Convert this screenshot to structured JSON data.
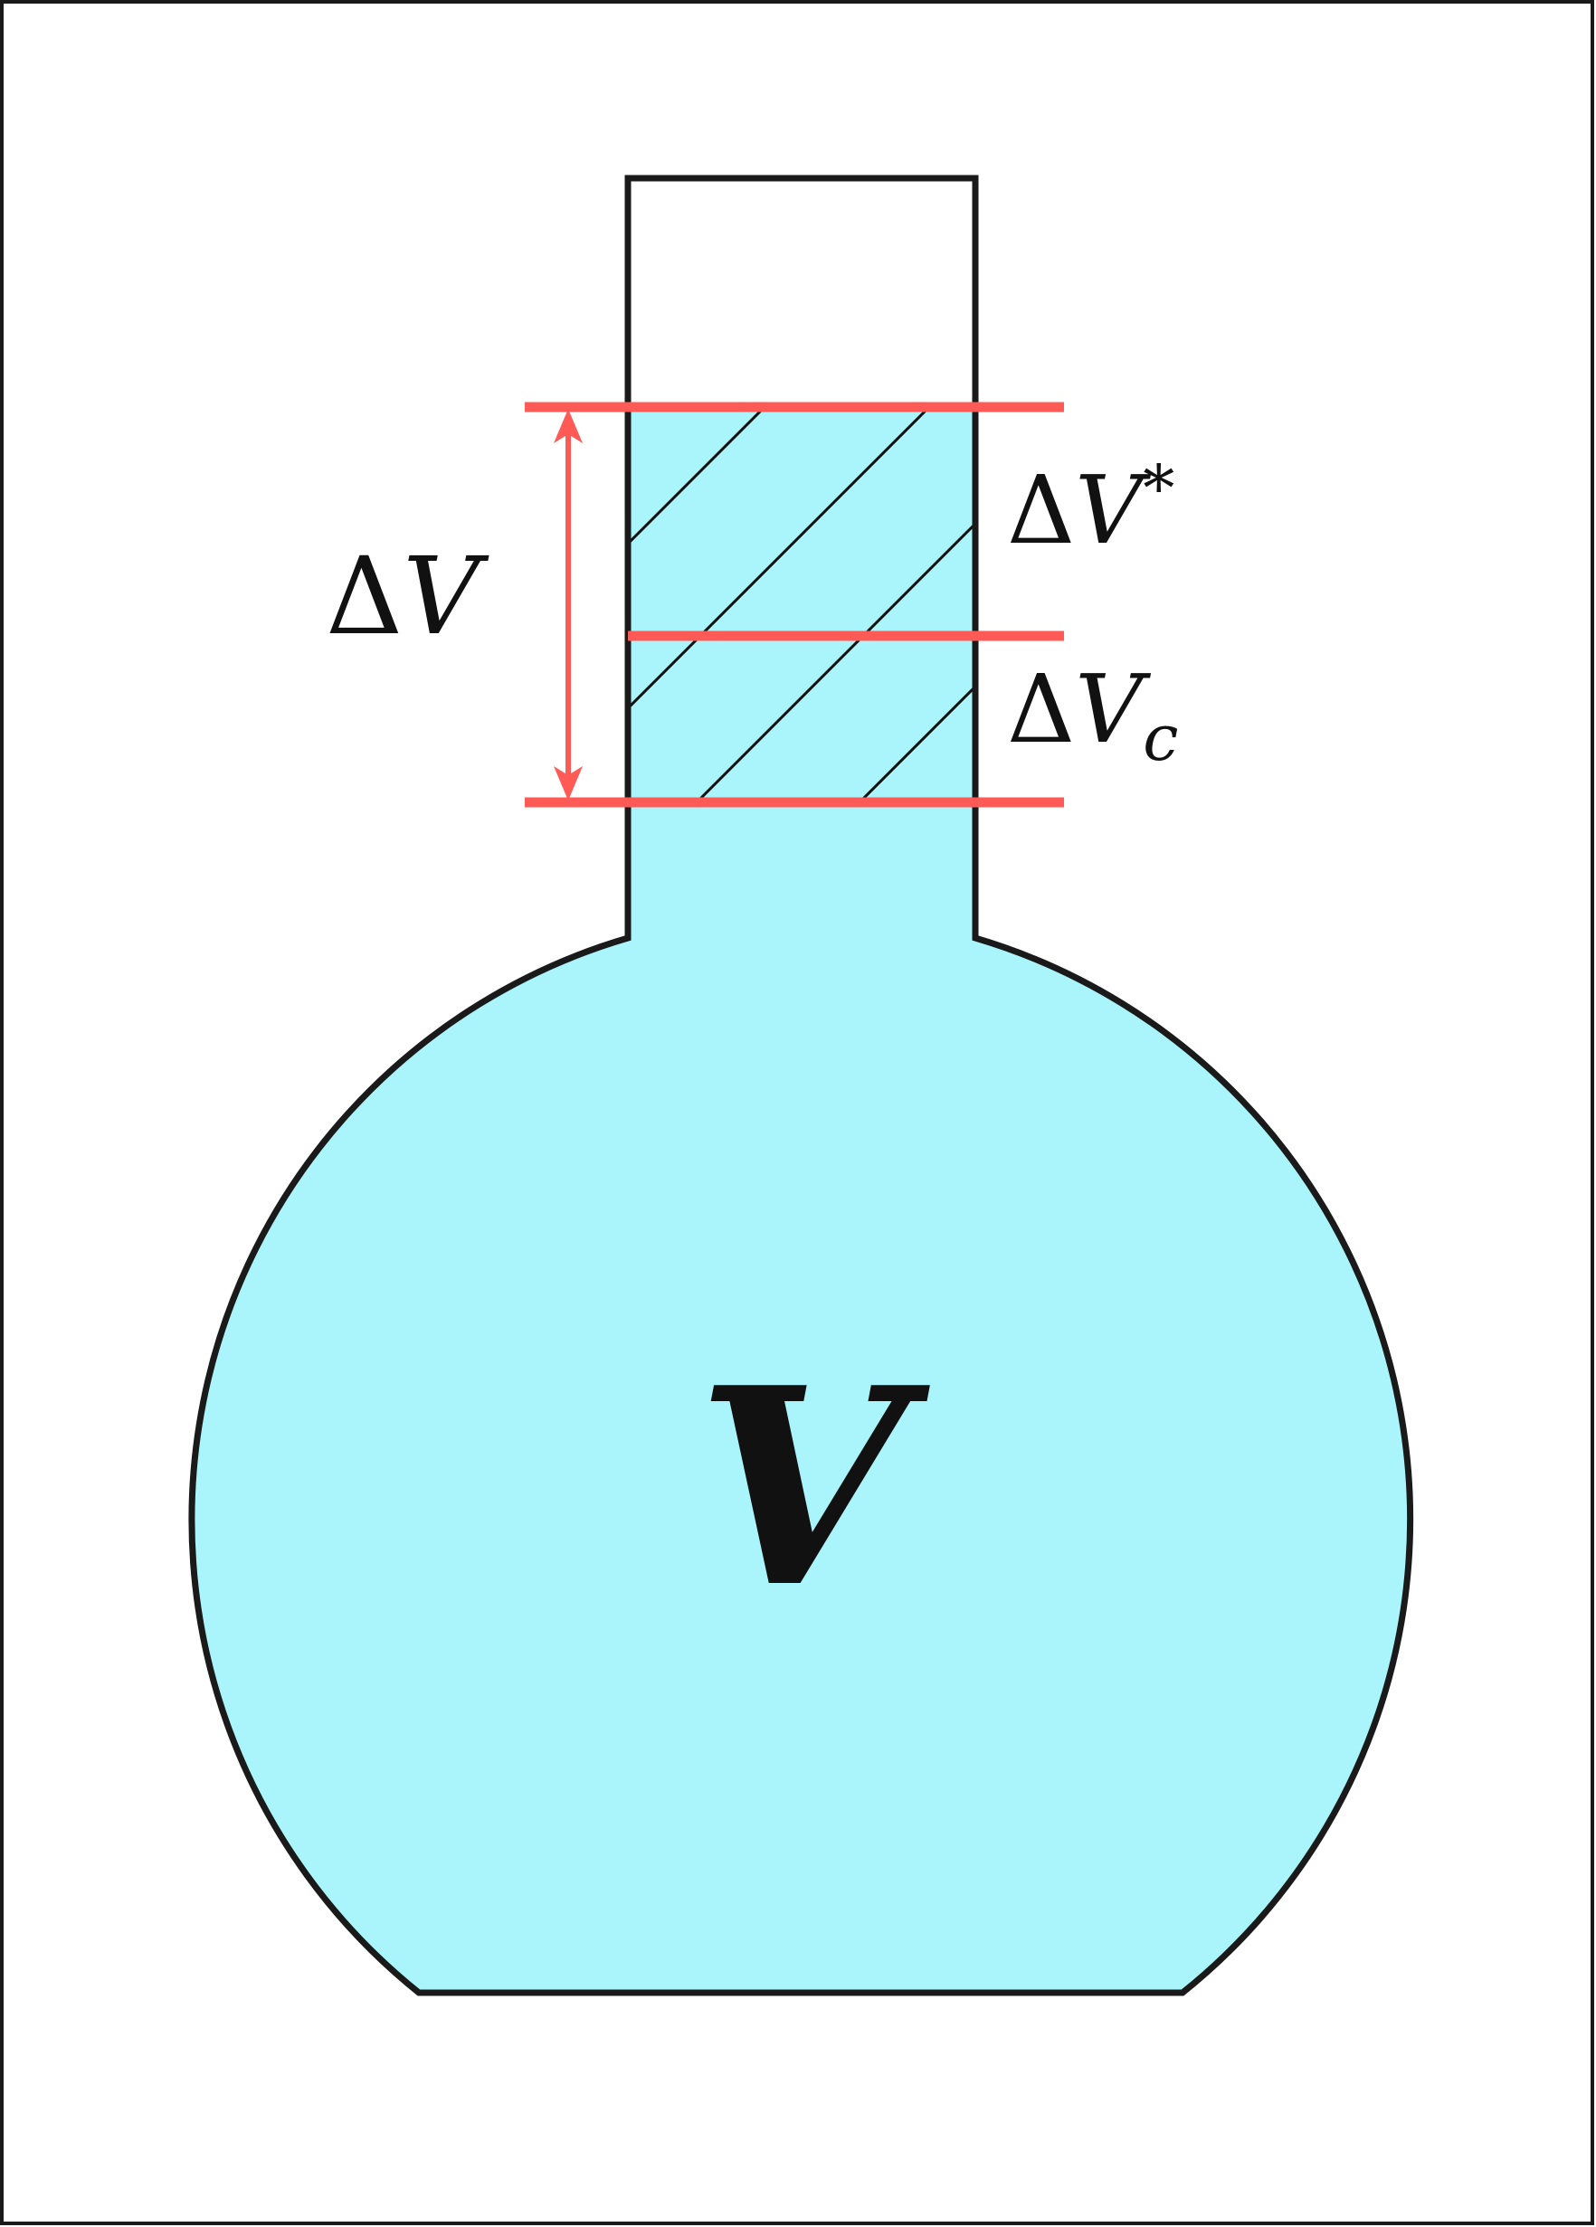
{
  "colors": {
    "liquid": "#aaf5fb",
    "outline": "#1a1a1a",
    "marker": "#ff5a55",
    "background": "#ffffff"
  },
  "labels": {
    "delta_v": {
      "delta": "Δ",
      "var": "V",
      "sup": "",
      "sub": ""
    },
    "delta_v_star": {
      "delta": "Δ",
      "var": "V",
      "sup": "*",
      "sub": ""
    },
    "delta_v_c": {
      "delta": "Δ",
      "var": "V",
      "sup": "",
      "sub": "c"
    },
    "main_volume": "V"
  }
}
